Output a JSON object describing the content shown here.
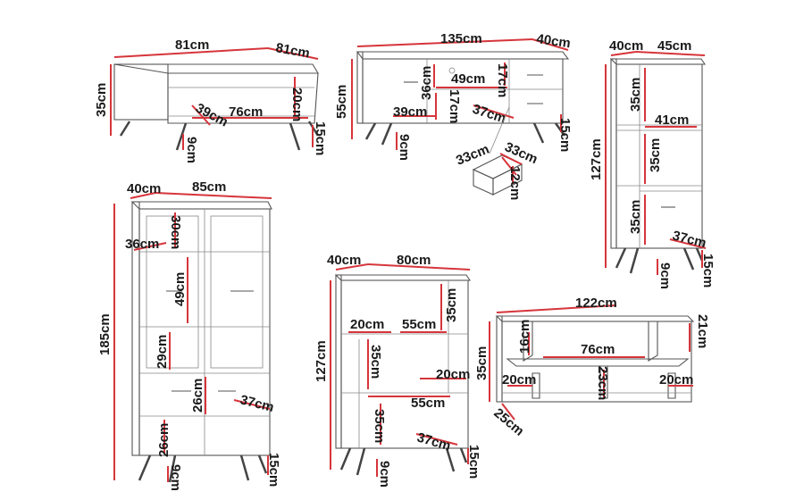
{
  "colors": {
    "dimension_line": "#d6353b",
    "outline": "#555555",
    "text": "#1a1a1a",
    "background": "#ffffff"
  },
  "coffee_table": {
    "width": "81cm",
    "depth": "81cm",
    "height": "35cm",
    "shelf_height": "20cm",
    "inner_depth": "39cm",
    "inner_width": "76cm",
    "leg_height": "15cm",
    "clearance": "9cm"
  },
  "tv_stand": {
    "width": "135cm",
    "depth": "40cm",
    "height": "55cm",
    "compartment_height": "36cm",
    "compartment_width": "49cm",
    "drawer_height_top": "17cm",
    "drawer_height_bottom": "17cm",
    "shelf_depth": "39cm",
    "drawer_depth": "37cm",
    "leg_height": "15cm",
    "clearance": "9cm"
  },
  "drawer": {
    "width": "33cm",
    "depth": "33cm",
    "height": "12cm"
  },
  "bookcase_narrow": {
    "depth": "40cm",
    "width": "45cm",
    "height": "127cm",
    "shelf_top": "35cm",
    "inner_width": "41cm",
    "shelf_middle": "35cm",
    "shelf_bottom": "35cm",
    "inner_depth": "37cm",
    "leg_height": "15cm",
    "clearance": "9cm"
  },
  "display_cabinet": {
    "depth": "40cm",
    "width": "85cm",
    "height": "185cm",
    "top_section": "30cm",
    "side_depth": "36cm",
    "glass_section": "49cm",
    "lower_shelf": "29cm",
    "door_section": "26cm",
    "inner_depth": "37cm",
    "bottom_section": "26cm",
    "leg_height": "15cm",
    "clearance": "9cm"
  },
  "bookcase_wide": {
    "depth": "40cm",
    "width": "80cm",
    "height": "127cm",
    "top_shelf": "35cm",
    "left_width": "20cm",
    "middle_width": "55cm",
    "middle_height": "35cm",
    "right_width": "20cm",
    "lower_width": "55cm",
    "bottom_height": "35cm",
    "inner_depth": "37cm",
    "leg_height": "15cm",
    "clearance": "9cm"
  },
  "wall_shelf": {
    "width": "122cm",
    "height": "35cm",
    "side_height": "21cm",
    "left_divider": "16cm",
    "center_width": "76cm",
    "left_width": "20cm",
    "center_height": "23cm",
    "right_width": "20cm",
    "depth": "25cm"
  }
}
